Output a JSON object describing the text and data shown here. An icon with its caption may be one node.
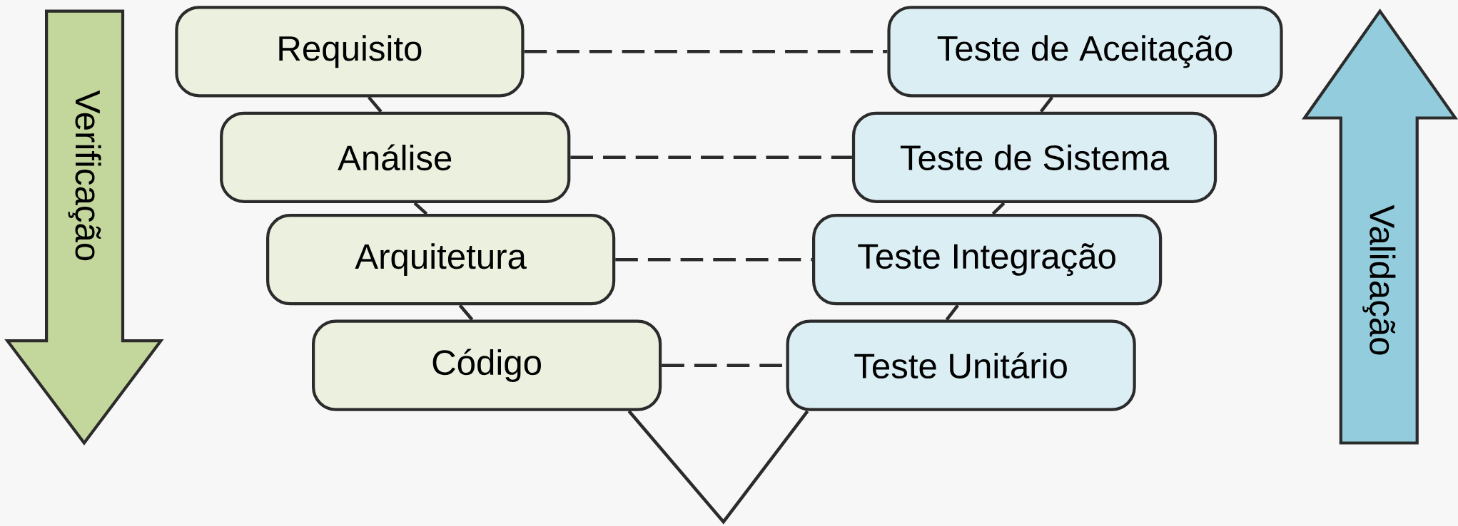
{
  "diagram": {
    "nodes": [
      {
        "text": [
          "Requisito"
        ]
      },
      {
        "text": [
          "Análise"
        ]
      },
      {
        "text": [
          "Arquitetura"
        ]
      },
      {
        "text": [
          "Código"
        ]
      },
      {
        "text": [
          "Teste de Aceitação"
        ]
      },
      {
        "text": [
          "Teste de Sistema"
        ]
      },
      {
        "text": [
          "Teste Integração"
        ]
      },
      {
        "text": [
          "Teste Unitário"
        ]
      },
      {
        "text": [
          "Verificação"
        ]
      },
      {
        "text": [
          "Validação"
        ]
      }
    ],
    "edges": [
      {
        "from": 0,
        "to": 1,
        "arrow": "none"
      },
      {
        "from": 1,
        "to": 2,
        "arrow": "none"
      },
      {
        "from": 2,
        "to": 3,
        "arrow": "none"
      },
      {
        "from": 3,
        "to": 7,
        "arrow": "none"
      },
      {
        "from": 7,
        "to": 6,
        "arrow": "none"
      },
      {
        "from": 6,
        "to": 5,
        "arrow": "none"
      },
      {
        "from": 5,
        "to": 4,
        "arrow": "none"
      },
      {
        "from": 0,
        "to": 4,
        "arrow": "none",
        "style": "dashed"
      },
      {
        "from": 1,
        "to": 5,
        "arrow": "none",
        "style": "dashed"
      },
      {
        "from": 2,
        "to": 6,
        "arrow": "none",
        "style": "dashed"
      },
      {
        "from": 3,
        "to": 7,
        "arrow": "none",
        "style": "dashed"
      }
    ]
  }
}
